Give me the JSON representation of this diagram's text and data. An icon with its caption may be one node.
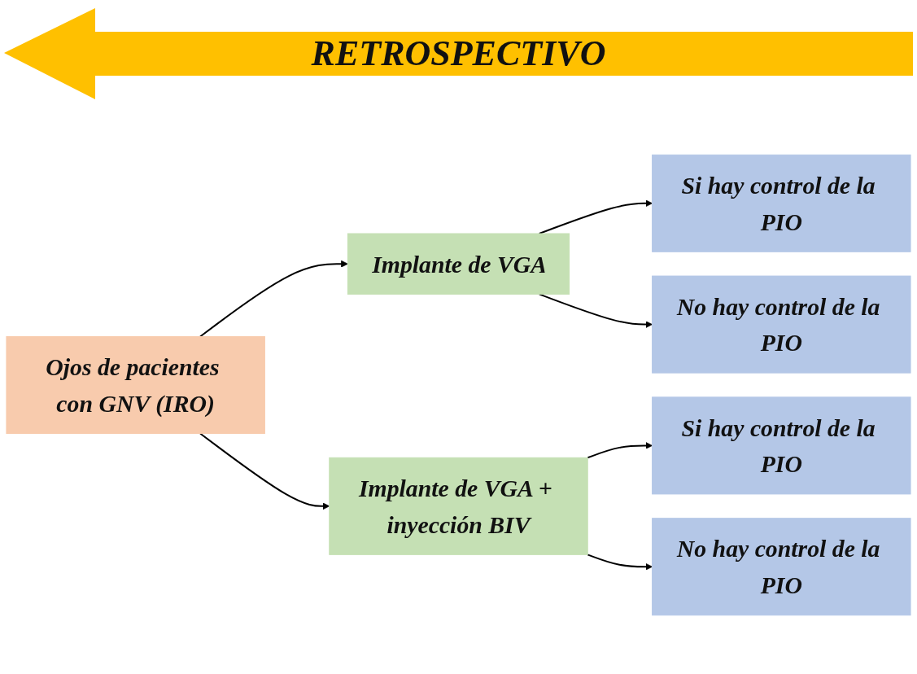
{
  "diagram": {
    "nodes": [
      {
        "text": [
          "Ojos de pacientes con GNV (IRO)"
        ]
      },
      {
        "text": [
          "Implante de VGA"
        ]
      },
      {
        "text": [
          "Implante de VGA + inyección BIV"
        ]
      },
      {
        "text": [
          "Si hay control de la PIO"
        ]
      },
      {
        "text": [
          "No hay control de la PIO"
        ]
      },
      {
        "text": [
          "Si hay control de la PIO"
        ]
      },
      {
        "text": [
          "No hay control de la PIO"
        ]
      }
    ],
    "edges": [
      {
        "from": 0,
        "to": 1,
        "arrow": "to"
      },
      {
        "from": 0,
        "to": 2,
        "arrow": "to"
      },
      {
        "from": 1,
        "to": 3,
        "arrow": "to"
      },
      {
        "from": 1,
        "to": 4,
        "arrow": "to"
      },
      {
        "from": 2,
        "to": 5,
        "arrow": "to"
      },
      {
        "from": 2,
        "to": 6,
        "arrow": "to"
      }
    ],
    "labels": [
      "RETROSPECTIVO"
    ]
  }
}
